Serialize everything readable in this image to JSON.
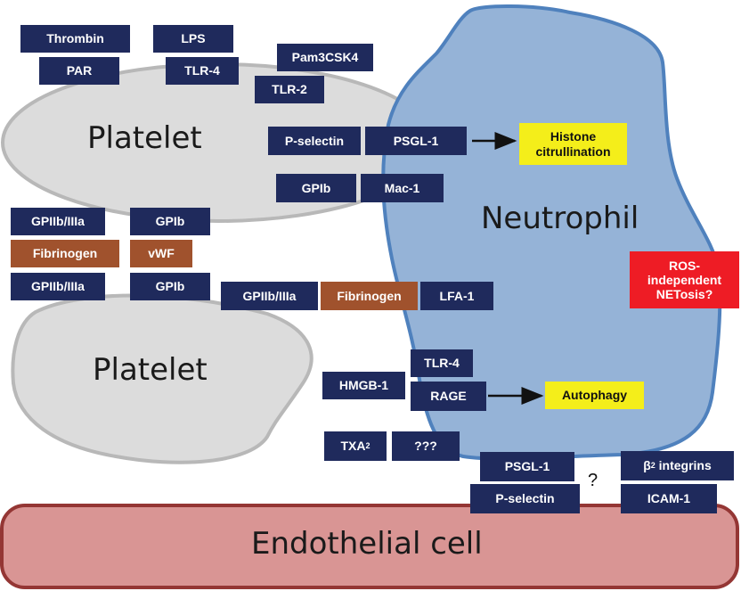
{
  "cells": {
    "platelet_top": "Platelet",
    "platelet_bottom": "Platelet",
    "neutrophil": "Neutrophil",
    "endothelial": "Endothelial cell"
  },
  "labels": {
    "thrombin": "Thrombin",
    "lps": "LPS",
    "par": "PAR",
    "tlr4_top": "TLR-4",
    "pam3csk4": "Pam3CSK4",
    "tlr2": "TLR-2",
    "pselectin_top": "P-selectin",
    "psgl1_top": "PSGL-1",
    "histone": "Histone citrullination",
    "gpib_mid": "GPIb",
    "mac1": "Mac-1",
    "gpiib_left_top": "GPIIb/IIIa",
    "gpib_left_top": "GPIb",
    "fibrinogen_left": "Fibrinogen",
    "vwf": "vWF",
    "gpiib_left_bottom": "GPIIb/IIIa",
    "gpib_left_bottom": "GPIb",
    "gpiib_center": "GPIIb/IIIa",
    "fibrinogen_center": "Fibrinogen",
    "lfa1": "LFA-1",
    "ros": "ROS-independent NETosis?",
    "tlr4_bottom": "TLR-4",
    "hmgb1": "HMGB-1",
    "rage": "RAGE",
    "autophagy": "Autophagy",
    "txa_main": "TXA",
    "txa_sub": "2",
    "unknown": "???",
    "psgl1_bottom": "PSGL-1",
    "b2_prefix": "β",
    "b2_sub": "2",
    "b2_suffix": " integrins",
    "question": "?",
    "pselectin_bottom": "P-selectin",
    "icam1": "ICAM-1"
  },
  "colors": {
    "receptor": "#1f2a5c",
    "ligand": "#a0522d",
    "outcome": "#f4ee1a",
    "alert": "#ee1c25",
    "platelet_fill": "#dcdcdc",
    "neutrophil_fill": "#95b3d7",
    "endothelial_fill": "#d99594"
  }
}
